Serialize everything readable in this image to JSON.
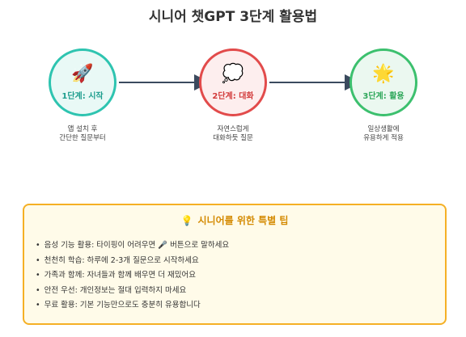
{
  "title": "시니어 챗GPT 3단계 활용법",
  "steps": [
    {
      "icon_name": "rocket-icon",
      "icon": "🚀",
      "label": "1단계: 시작",
      "desc": [
        "앱 설치 후",
        "간단한 질문부터"
      ],
      "color": "#2ec4b0"
    },
    {
      "icon_name": "speech-bubble-icon",
      "icon": "💭",
      "label": "2단계: 대화",
      "desc": [
        "자연스럽게",
        "대화하듯 질문"
      ],
      "color": "#e24b4b"
    },
    {
      "icon_name": "star-icon",
      "icon": "🌟",
      "label": "3단계: 활용",
      "desc": [
        "일상생활에",
        "유용하게 적용"
      ],
      "color": "#3cc06e"
    }
  ],
  "tips": {
    "icon_name": "lightbulb-icon",
    "icon": "💡",
    "title": "시니어를 위한 특별 팁",
    "items": [
      "음성 기능 활용: 타이핑이 어려우면 🎤 버튼으로 말하세요",
      "천천히 학습: 하루에 2-3개 질문으로 시작하세요",
      "가족과 함께: 자녀들과 함께 배우면 더 재밌어요",
      "안전 우선: 개인정보는 절대 입력하지 마세요",
      "무료 활용: 기본 기능만으로도 충분히 유용합니다"
    ],
    "border_color": "#f5b025"
  },
  "arrow_color": "#3b4a5e"
}
